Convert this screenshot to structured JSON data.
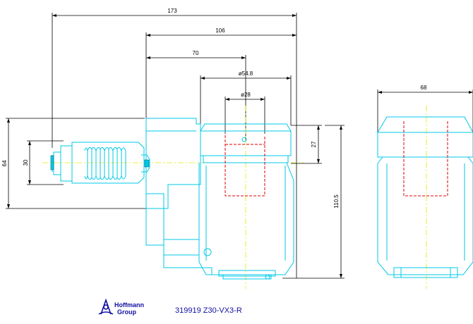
{
  "colors": {
    "outline": "#00c8e8",
    "dimension": "#000000",
    "hidden": "#e00000",
    "centerline": "#e8e800",
    "logo": "#1010a0",
    "caption": "#1010a0"
  },
  "dimensions": {
    "overall_length": "173",
    "length_106": "106",
    "length_70": "70",
    "dia_54_8": "ø54.8",
    "dia_28": "ø28",
    "height_64": "64",
    "height_30": "30",
    "height_27": "27",
    "height_110_5": "110.5",
    "side_width_68": "68"
  },
  "logo": {
    "line1": "Hoffmann",
    "line2": "Group"
  },
  "caption": {
    "part_number": "319919 Z30-VX3-R"
  }
}
